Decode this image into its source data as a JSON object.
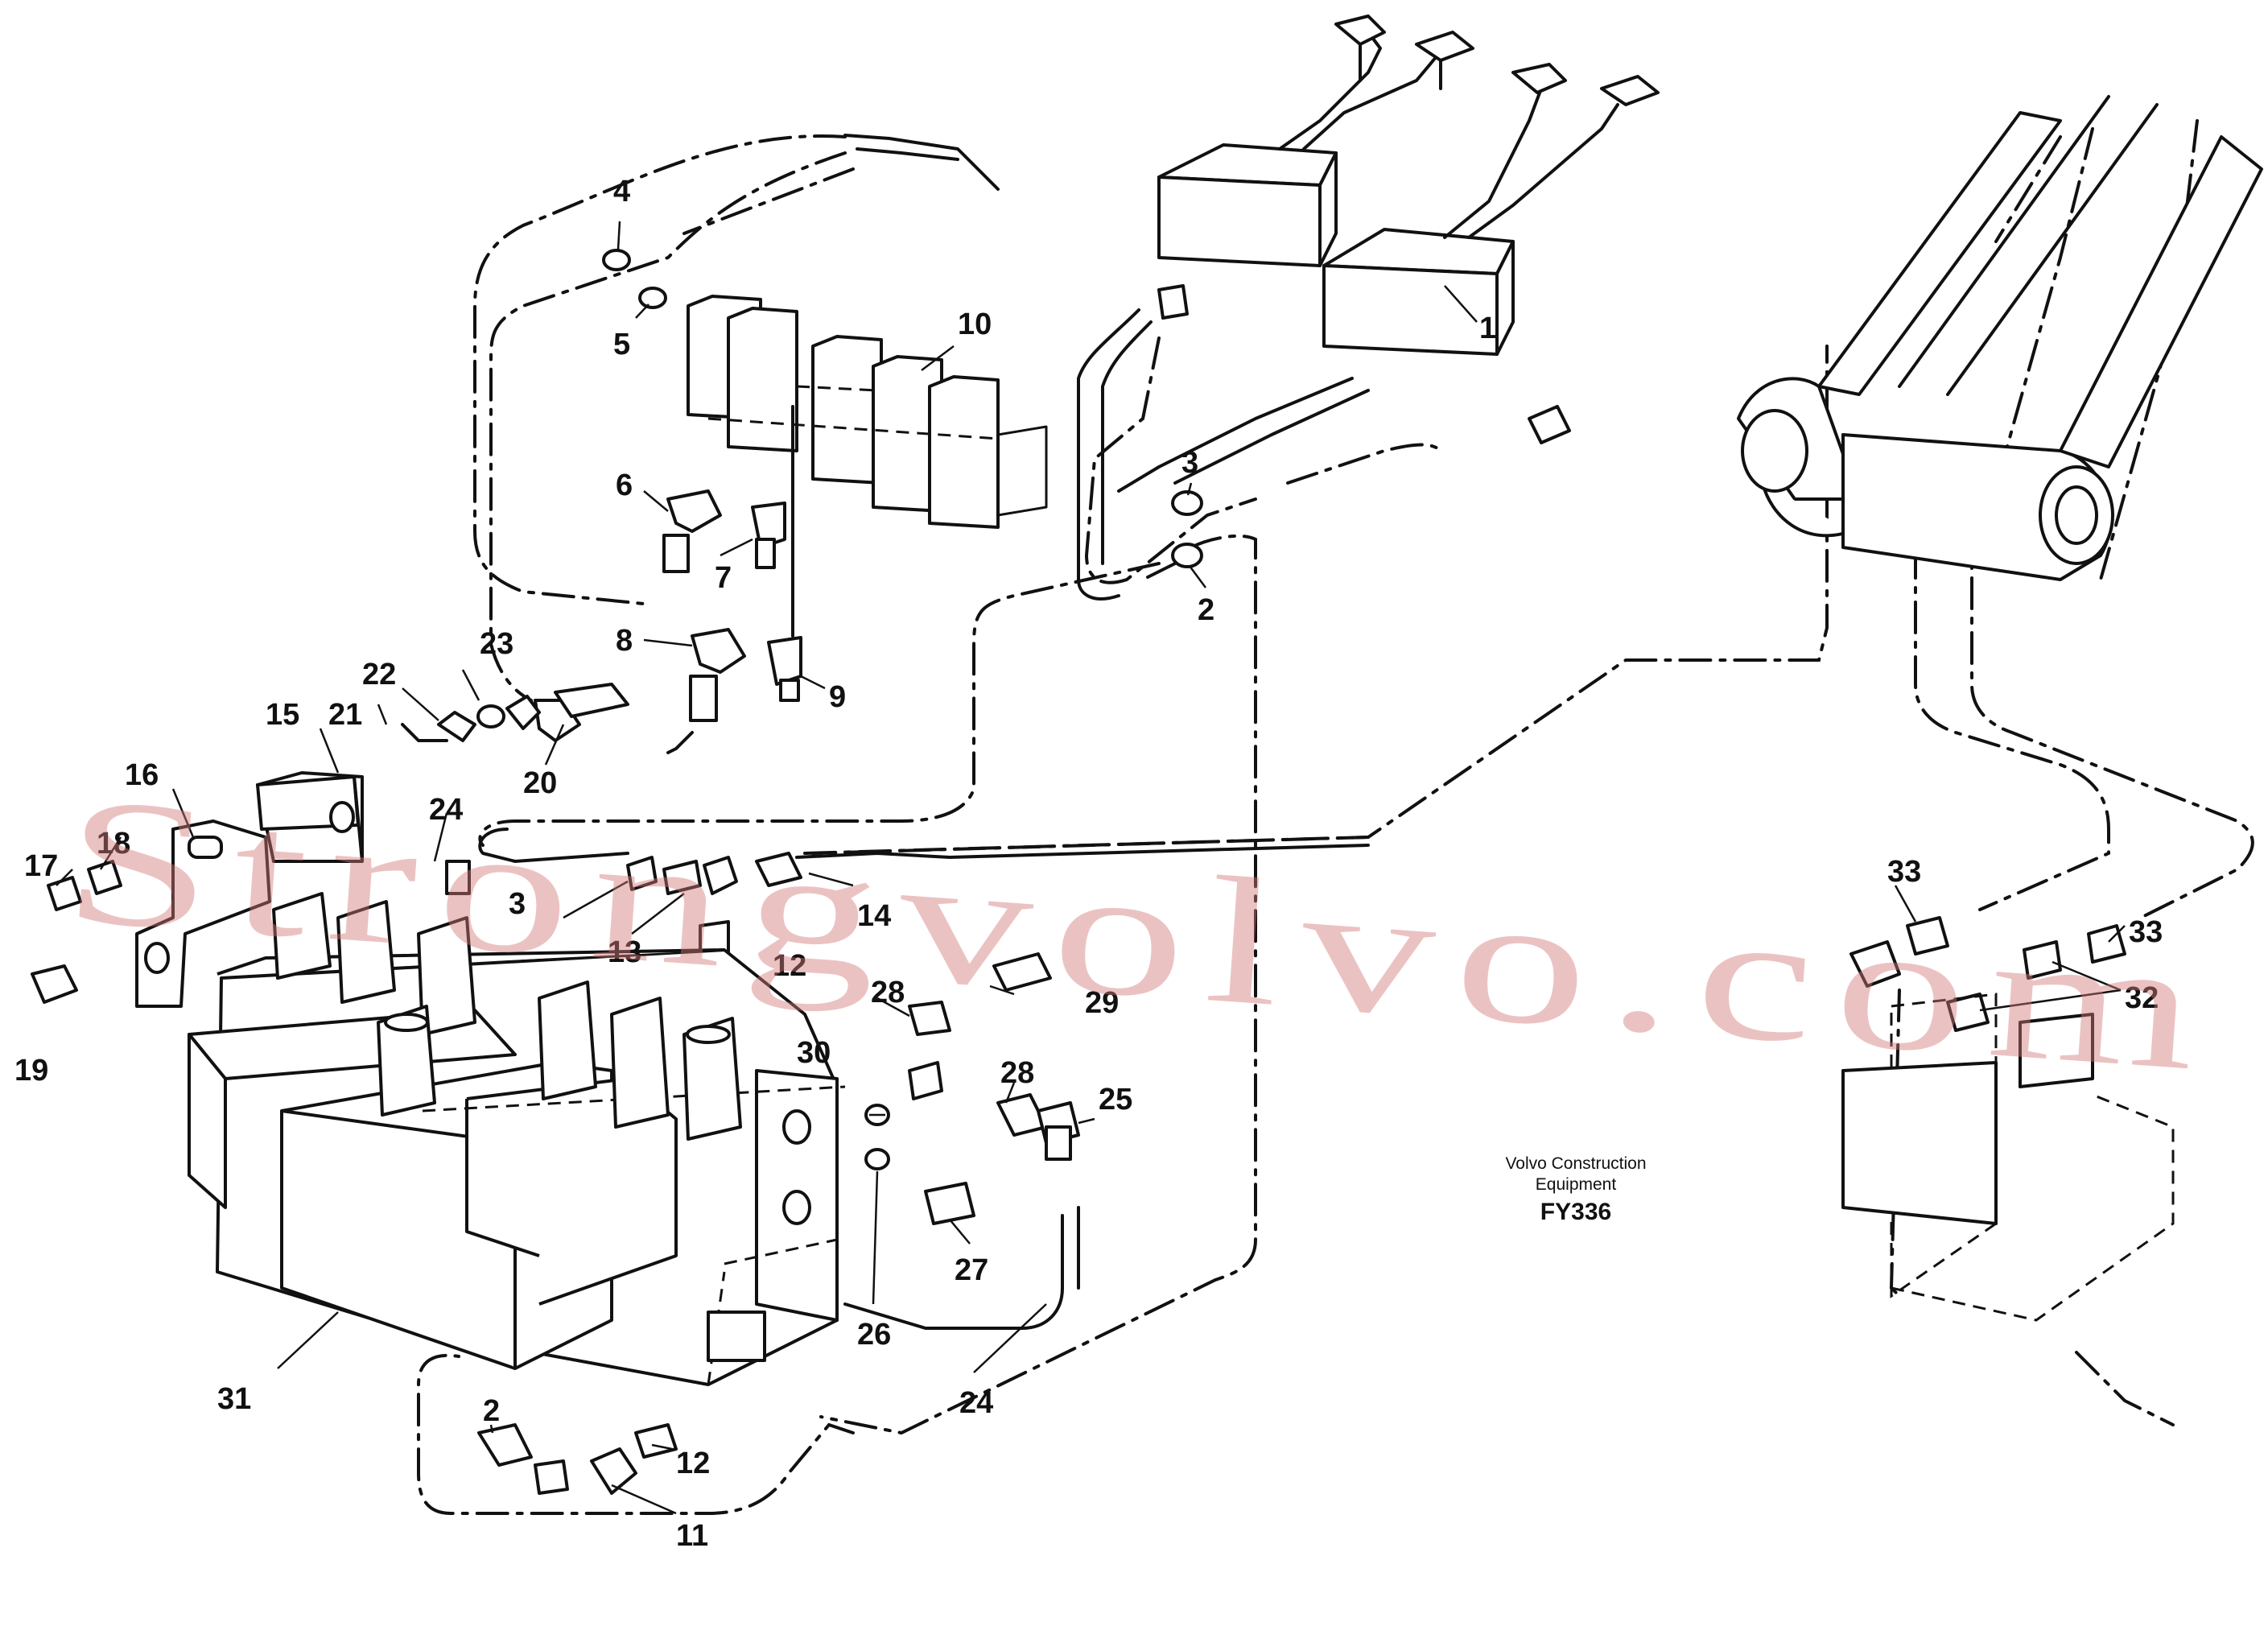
{
  "labels": {
    "l1": "1",
    "l2a": "2",
    "l2b": "2",
    "l3a": "3",
    "l3b": "3",
    "l4": "4",
    "l5": "5",
    "l6": "6",
    "l7": "7",
    "l8": "8",
    "l9": "9",
    "l10": "10",
    "l11": "11",
    "l12a": "12",
    "l12b": "12",
    "l13": "13",
    "l14": "14",
    "l15": "15",
    "l16": "16",
    "l17": "17",
    "l18": "18",
    "l19": "19",
    "l20": "20",
    "l21": "21",
    "l22": "22",
    "l23": "23",
    "l24a": "24",
    "l24b": "24",
    "l25": "25",
    "l26": "26",
    "l27": "27",
    "l28a": "28",
    "l28b": "28",
    "l29": "29",
    "l30": "30",
    "l31": "31",
    "l32": "32",
    "l33a": "33",
    "l33b": "33"
  },
  "credit": {
    "line1": "Volvo Construction",
    "line2": "Equipment",
    "code": "FY336"
  },
  "watermark": "Strongvolvo.com",
  "colors": {
    "ink": "#111111",
    "watermark": "#d27878",
    "background": "#ffffff"
  }
}
